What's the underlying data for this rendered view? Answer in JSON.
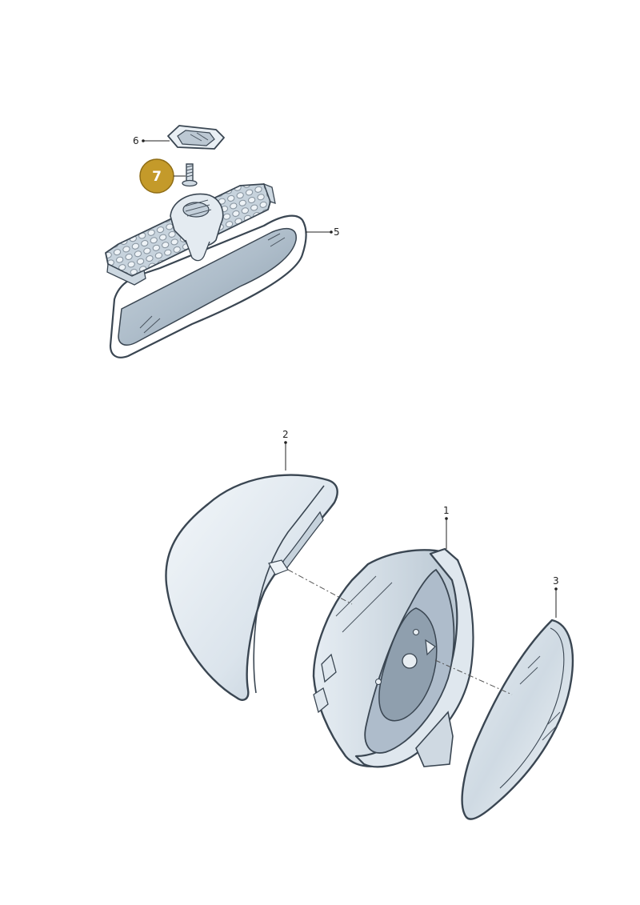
{
  "callouts": {
    "part_1": "1",
    "part_2": "2",
    "part_3": "3",
    "part_5": "5",
    "part_6": "6",
    "part_7": "7"
  },
  "colors": {
    "highlight_badge": "#c49a2a",
    "part_fill": "#dde6ee",
    "part_shade": "#a7b4c0",
    "outline": "#3a4652"
  }
}
